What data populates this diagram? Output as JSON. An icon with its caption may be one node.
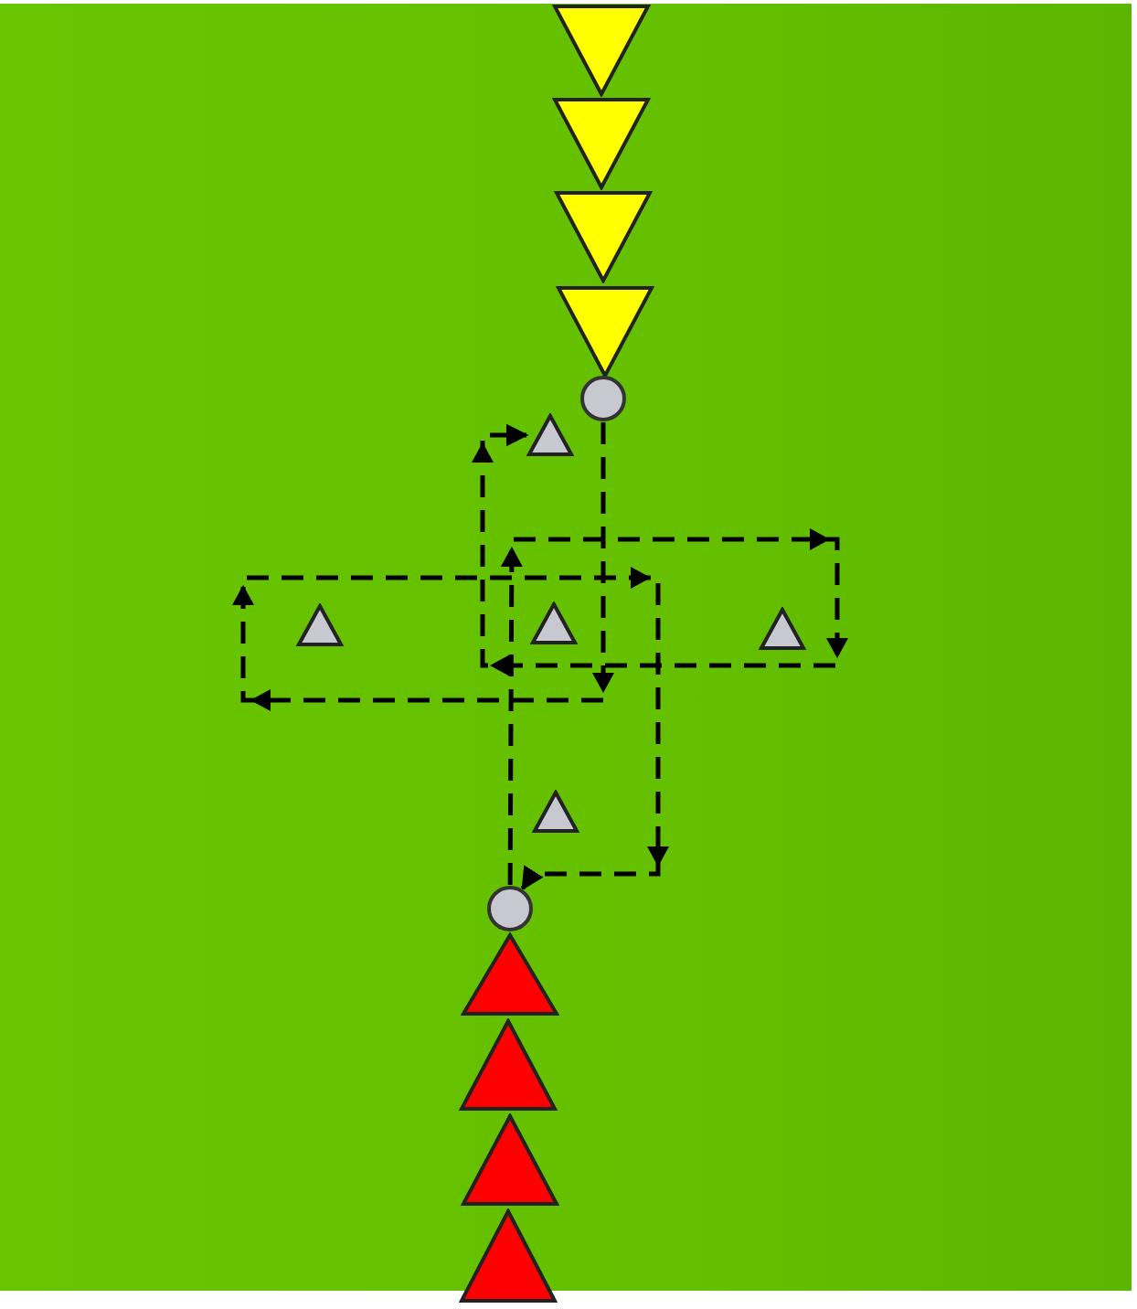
{
  "diagram": {
    "nodes": [
      {
        "text": [],
        "shape": "triangle"
      },
      {
        "text": [],
        "shape": "triangle"
      },
      {
        "text": [],
        "shape": "triangle"
      },
      {
        "text": [],
        "shape": "triangle"
      },
      {
        "text": [],
        "shape": "circle"
      },
      {
        "text": [],
        "shape": "triangle"
      },
      {
        "text": [],
        "shape": "triangle"
      },
      {
        "text": [],
        "shape": "triangle"
      },
      {
        "text": [],
        "shape": "triangle"
      },
      {
        "text": [],
        "shape": "triangle"
      },
      {
        "text": [],
        "shape": "circle"
      },
      {
        "text": [],
        "shape": "triangle"
      },
      {
        "text": [],
        "shape": "triangle"
      },
      {
        "text": [],
        "shape": "triangle"
      },
      {
        "text": [],
        "shape": "triangle"
      }
    ],
    "edges": [
      {
        "from": 4,
        "to": 10,
        "arrow": "to",
        "style": "dashed"
      },
      {
        "from": 10,
        "to": 5,
        "arrow": "to",
        "style": "dashed"
      }
    ]
  }
}
